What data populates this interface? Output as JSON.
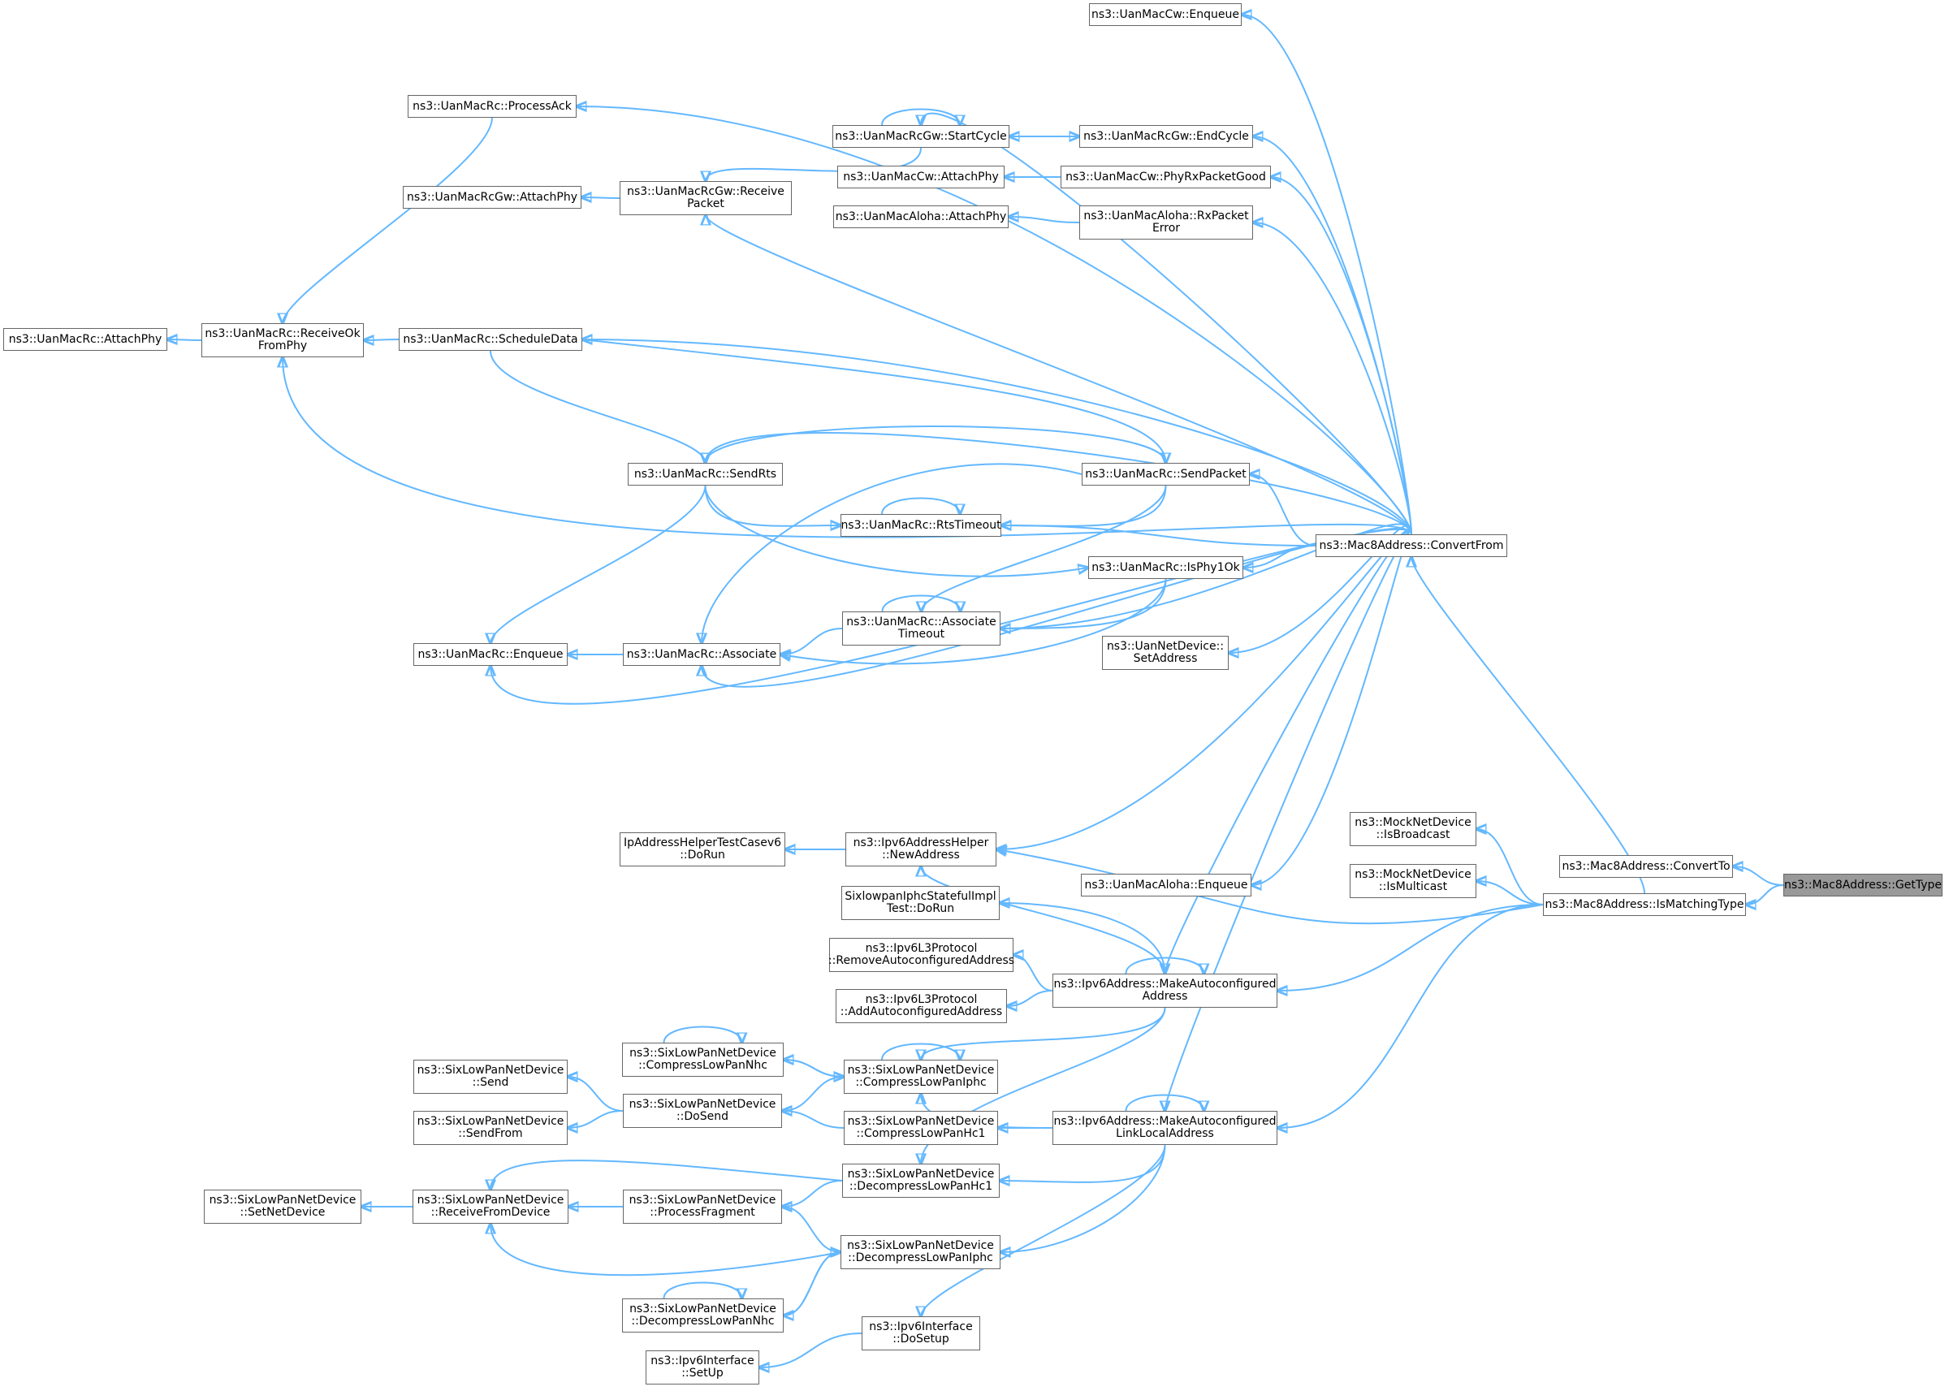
{
  "colors": {
    "edge": "#63b8ff",
    "node_border": "#666666",
    "focus_fill": "#999999",
    "node_fill": "#ffffff"
  },
  "nodes": [
    {
      "id": "getType",
      "lines": [
        "ns3::Mac8Address::GetType"
      ],
      "focus": true
    },
    {
      "id": "convertTo",
      "lines": [
        "ns3::Mac8Address::ConvertTo"
      ]
    },
    {
      "id": "isMatchingType",
      "lines": [
        "ns3::Mac8Address::IsMatchingType"
      ]
    },
    {
      "id": "mockIsBroadcast",
      "lines": [
        "ns3::MockNetDevice",
        "::IsBroadcast"
      ]
    },
    {
      "id": "mockIsMulticast",
      "lines": [
        "ns3::MockNetDevice",
        "::IsMulticast"
      ]
    },
    {
      "id": "convertFrom",
      "lines": [
        "ns3::Mac8Address::ConvertFrom"
      ]
    },
    {
      "id": "cwEnqueue",
      "lines": [
        "ns3::UanMacCw::Enqueue"
      ]
    },
    {
      "id": "processAck",
      "lines": [
        "ns3::UanMacRc::ProcessAck"
      ]
    },
    {
      "id": "startCycle",
      "lines": [
        "ns3::UanMacRcGw::StartCycle"
      ]
    },
    {
      "id": "endCycle",
      "lines": [
        "ns3::UanMacRcGw::EndCycle"
      ]
    },
    {
      "id": "cwAttachPhy",
      "lines": [
        "ns3::UanMacCw::AttachPhy"
      ]
    },
    {
      "id": "phyRxPacketGood",
      "lines": [
        "ns3::UanMacCw::PhyRxPacketGood"
      ]
    },
    {
      "id": "gwAttachPhy",
      "lines": [
        "ns3::UanMacRcGw::AttachPhy"
      ]
    },
    {
      "id": "gwReceivePacket",
      "lines": [
        "ns3::UanMacRcGw::Receive",
        "Packet"
      ]
    },
    {
      "id": "alohaAttachPhy",
      "lines": [
        "ns3::UanMacAloha::AttachPhy"
      ]
    },
    {
      "id": "alohaRxPacketError",
      "lines": [
        "ns3::UanMacAloha::RxPacket",
        "Error"
      ]
    },
    {
      "id": "rcAttachPhy",
      "lines": [
        "ns3::UanMacRc::AttachPhy"
      ]
    },
    {
      "id": "receiveOkFromPhy",
      "lines": [
        "ns3::UanMacRc::ReceiveOk",
        "FromPhy"
      ]
    },
    {
      "id": "scheduleData",
      "lines": [
        "ns3::UanMacRc::ScheduleData"
      ]
    },
    {
      "id": "sendRts",
      "lines": [
        "ns3::UanMacRc::SendRts"
      ]
    },
    {
      "id": "sendPacket",
      "lines": [
        "ns3::UanMacRc::SendPacket"
      ]
    },
    {
      "id": "rtsTimeout",
      "lines": [
        "ns3::UanMacRc::RtsTimeout"
      ]
    },
    {
      "id": "isPhy1Ok",
      "lines": [
        "ns3::UanMacRc::IsPhy1Ok"
      ]
    },
    {
      "id": "associateTimeout",
      "lines": [
        "ns3::UanMacRc::Associate",
        "Timeout"
      ]
    },
    {
      "id": "uanNetSetAddress",
      "lines": [
        "ns3::UanNetDevice::",
        "SetAddress"
      ]
    },
    {
      "id": "rcEnqueue",
      "lines": [
        "ns3::UanMacRc::Enqueue"
      ]
    },
    {
      "id": "associate",
      "lines": [
        "ns3::UanMacRc::Associate"
      ]
    },
    {
      "id": "ipHelperTest",
      "lines": [
        "IpAddressHelperTestCasev6",
        "::DoRun"
      ]
    },
    {
      "id": "ipv6NewAddress",
      "lines": [
        "ns3::Ipv6AddressHelper",
        "::NewAddress"
      ]
    },
    {
      "id": "alohaEnqueue",
      "lines": [
        "ns3::UanMacAloha::Enqueue"
      ]
    },
    {
      "id": "sixlowpanIphcTest",
      "lines": [
        "SixlowpanIphcStatefulImpl",
        "Test::DoRun"
      ]
    },
    {
      "id": "removeAutoconf",
      "lines": [
        "ns3::Ipv6L3Protocol",
        "::RemoveAutoconfiguredAddress"
      ]
    },
    {
      "id": "addAutoconf",
      "lines": [
        "ns3::Ipv6L3Protocol",
        "::AddAutoconfiguredAddress"
      ]
    },
    {
      "id": "makeAutoconfAddr",
      "lines": [
        "ns3::Ipv6Address::MakeAutoconfigured",
        "Address"
      ]
    },
    {
      "id": "compressNhc",
      "lines": [
        "ns3::SixLowPanNetDevice",
        "::CompressLowPanNhc"
      ]
    },
    {
      "id": "compressIphc",
      "lines": [
        "ns3::SixLowPanNetDevice",
        "::CompressLowPanIphc"
      ]
    },
    {
      "id": "slpSend",
      "lines": [
        "ns3::SixLowPanNetDevice",
        "::Send"
      ]
    },
    {
      "id": "slpDoSend",
      "lines": [
        "ns3::SixLowPanNetDevice",
        "::DoSend"
      ]
    },
    {
      "id": "slpSendFrom",
      "lines": [
        "ns3::SixLowPanNetDevice",
        "::SendFrom"
      ]
    },
    {
      "id": "compressHc1",
      "lines": [
        "ns3::SixLowPanNetDevice",
        "::CompressLowPanHc1"
      ]
    },
    {
      "id": "makeAutoconfLL",
      "lines": [
        "ns3::Ipv6Address::MakeAutoconfigured",
        "LinkLocalAddress"
      ]
    },
    {
      "id": "slpSetNetDevice",
      "lines": [
        "ns3::SixLowPanNetDevice",
        "::SetNetDevice"
      ]
    },
    {
      "id": "receiveFromDevice",
      "lines": [
        "ns3::SixLowPanNetDevice",
        "::ReceiveFromDevice"
      ]
    },
    {
      "id": "decompressHc1",
      "lines": [
        "ns3::SixLowPanNetDevice",
        "::DecompressLowPanHc1"
      ]
    },
    {
      "id": "processFragment",
      "lines": [
        "ns3::SixLowPanNetDevice",
        "::ProcessFragment"
      ]
    },
    {
      "id": "decompressIphc",
      "lines": [
        "ns3::SixLowPanNetDevice",
        "::DecompressLowPanIphc"
      ]
    },
    {
      "id": "decompressNhc",
      "lines": [
        "ns3::SixLowPanNetDevice",
        "::DecompressLowPanNhc"
      ]
    },
    {
      "id": "ipv6IfDoSetup",
      "lines": [
        "ns3::Ipv6Interface",
        "::DoSetup"
      ]
    },
    {
      "id": "ipv6IfSetUp",
      "lines": [
        "ns3::Ipv6Interface",
        "::SetUp"
      ]
    }
  ]
}
